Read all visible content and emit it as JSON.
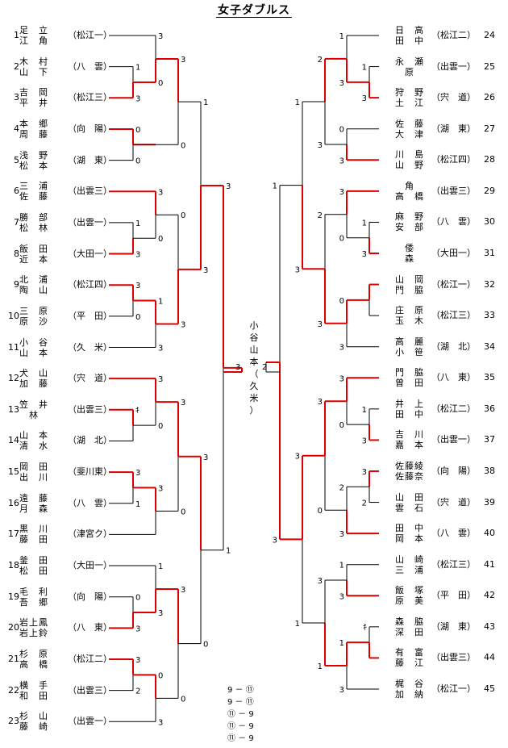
{
  "title": "女子ダブルス",
  "colors": {
    "winner_line": "#dd0000",
    "line": "#000000"
  },
  "left_entries": [
    {
      "num": "1",
      "n1": "足　立",
      "n2": "江　角",
      "pref": "（松江一）"
    },
    {
      "num": "2",
      "n1": "木　村",
      "n2": "山　下",
      "pref": "（八　雲）"
    },
    {
      "num": "3",
      "n1": "吉　岡",
      "n2": "平　井",
      "pref": "（松江三）"
    },
    {
      "num": "4",
      "n1": "本　郷",
      "n2": "周　藤",
      "pref": "（向　陽）"
    },
    {
      "num": "5",
      "n1": "浅　野",
      "n2": "松　本",
      "pref": "（湖　東）"
    },
    {
      "num": "6",
      "n1": "三　浦",
      "n2": "佐　藤",
      "pref": "（出雲三）"
    },
    {
      "num": "7",
      "n1": "勝　部",
      "n2": "松　林",
      "pref": "（出雲一）"
    },
    {
      "num": "8",
      "n1": "飯　田",
      "n2": "近　本",
      "pref": "（大田一）"
    },
    {
      "num": "9",
      "n1": "北　浦",
      "n2": "陶　山",
      "pref": "（松江四）"
    },
    {
      "num": "10",
      "n1": "三　原",
      "n2": "原　沙",
      "pref": "（平　田）"
    },
    {
      "num": "11",
      "n1": "小　谷",
      "n2": "山　本",
      "pref": "（久　米）"
    },
    {
      "num": "12",
      "n1": "犬　山",
      "n2": "加　藤",
      "pref": "（宍　道）"
    },
    {
      "num": "13",
      "n1": "笠　井",
      "n2": "　林",
      "pref": "（出雲三）"
    },
    {
      "num": "14",
      "n1": "山　本",
      "n2": "清　水",
      "pref": "（湖　北）"
    },
    {
      "num": "15",
      "n1": "岡　田",
      "n2": "出　川",
      "pref": "（斐川東）"
    },
    {
      "num": "16",
      "n1": "遠　藤",
      "n2": "月　森",
      "pref": "（八　雲）"
    },
    {
      "num": "17",
      "n1": "黒　川",
      "n2": "藤　田",
      "pref": "（津宮ク）"
    },
    {
      "num": "18",
      "n1": "釜　田",
      "n2": "松　田",
      "pref": "（大田一）"
    },
    {
      "num": "19",
      "n1": "毛　利",
      "n2": "吾　郷",
      "pref": "（向　陽）"
    },
    {
      "num": "20",
      "n1": "岩上鳳",
      "n2": "岩上鈴",
      "pref": "（八　東）"
    },
    {
      "num": "21",
      "n1": "杉　原",
      "n2": "高　橋",
      "pref": "（松江二）"
    },
    {
      "num": "22",
      "n1": "横　手",
      "n2": "和　田",
      "pref": "（出雲三）"
    },
    {
      "num": "23",
      "n1": "杉　山",
      "n2": "藤　崎",
      "pref": "（出雲一）"
    }
  ],
  "right_entries": [
    {
      "num": "24",
      "n1": "日　高",
      "n2": "田　中",
      "pref": "（松江二）"
    },
    {
      "num": "25",
      "n1": "永　瀬",
      "n2": "　原",
      "pref": "（出雲一）"
    },
    {
      "num": "26",
      "n1": "狩　野",
      "n2": "土　江",
      "pref": "（宍　道）"
    },
    {
      "num": "27",
      "n1": "佐　藤",
      "n2": "大　津",
      "pref": "（湖　東）"
    },
    {
      "num": "28",
      "n1": "川　島",
      "n2": "山　野",
      "pref": "（松江四）"
    },
    {
      "num": "29",
      "n1": "　角",
      "n2": "高　橋",
      "pref": "（出雲三）"
    },
    {
      "num": "30",
      "n1": "麻　野",
      "n2": "安　部",
      "pref": "（八　雲）"
    },
    {
      "num": "31",
      "n1": "　倭",
      "n2": "　森",
      "pref": "（大田一）"
    },
    {
      "num": "32",
      "n1": "山　岡",
      "n2": "門　脇",
      "pref": "（松江一）"
    },
    {
      "num": "33",
      "n1": "庄　原",
      "n2": "玉　木",
      "pref": "（松江三）"
    },
    {
      "num": "34",
      "n1": "高　麗",
      "n2": "小　笹",
      "pref": "（湖　北）"
    },
    {
      "num": "35",
      "n1": "門　脇",
      "n2": "曾　田",
      "pref": "（八　東）"
    },
    {
      "num": "36",
      "n1": "井　上",
      "n2": "田　中",
      "pref": "（松江二）"
    },
    {
      "num": "37",
      "n1": "吉　川",
      "n2": "嘉　本",
      "pref": "（出雲一）"
    },
    {
      "num": "38",
      "n1": "佐藤綾",
      "n2": "佐藤奈",
      "pref": "（向　陽）"
    },
    {
      "num": "39",
      "n1": "山　田",
      "n2": "雲　石",
      "pref": "（宍　道）"
    },
    {
      "num": "40",
      "n1": "田　中",
      "n2": "岡　本",
      "pref": "（八　雲）"
    },
    {
      "num": "41",
      "n1": "山　崎",
      "n2": "三　浦",
      "pref": "（松江三）"
    },
    {
      "num": "42",
      "n1": "飯　塚",
      "n2": "原　美",
      "pref": "（平　田）"
    },
    {
      "num": "43",
      "n1": "森　脇",
      "n2": "深　田",
      "pref": "（湖　東）"
    },
    {
      "num": "44",
      "n1": "有　富",
      "n2": "藤　江",
      "pref": "（出雲三）"
    },
    {
      "num": "45",
      "n1": "梶　谷",
      "n2": "加　納",
      "pref": "（松江一）"
    }
  ],
  "champion": {
    "names": [
      "小",
      "谷",
      "山",
      "本"
    ],
    "school": [
      "（",
      "久",
      "米",
      "）"
    ]
  },
  "final_scores": {
    "left": "3",
    "right": "2"
  },
  "game_scores": [
    "9 － ⑪",
    "9 － ⑪",
    "⑪ － 9",
    "⑪ － 9",
    "⑪ － 9"
  ]
}
